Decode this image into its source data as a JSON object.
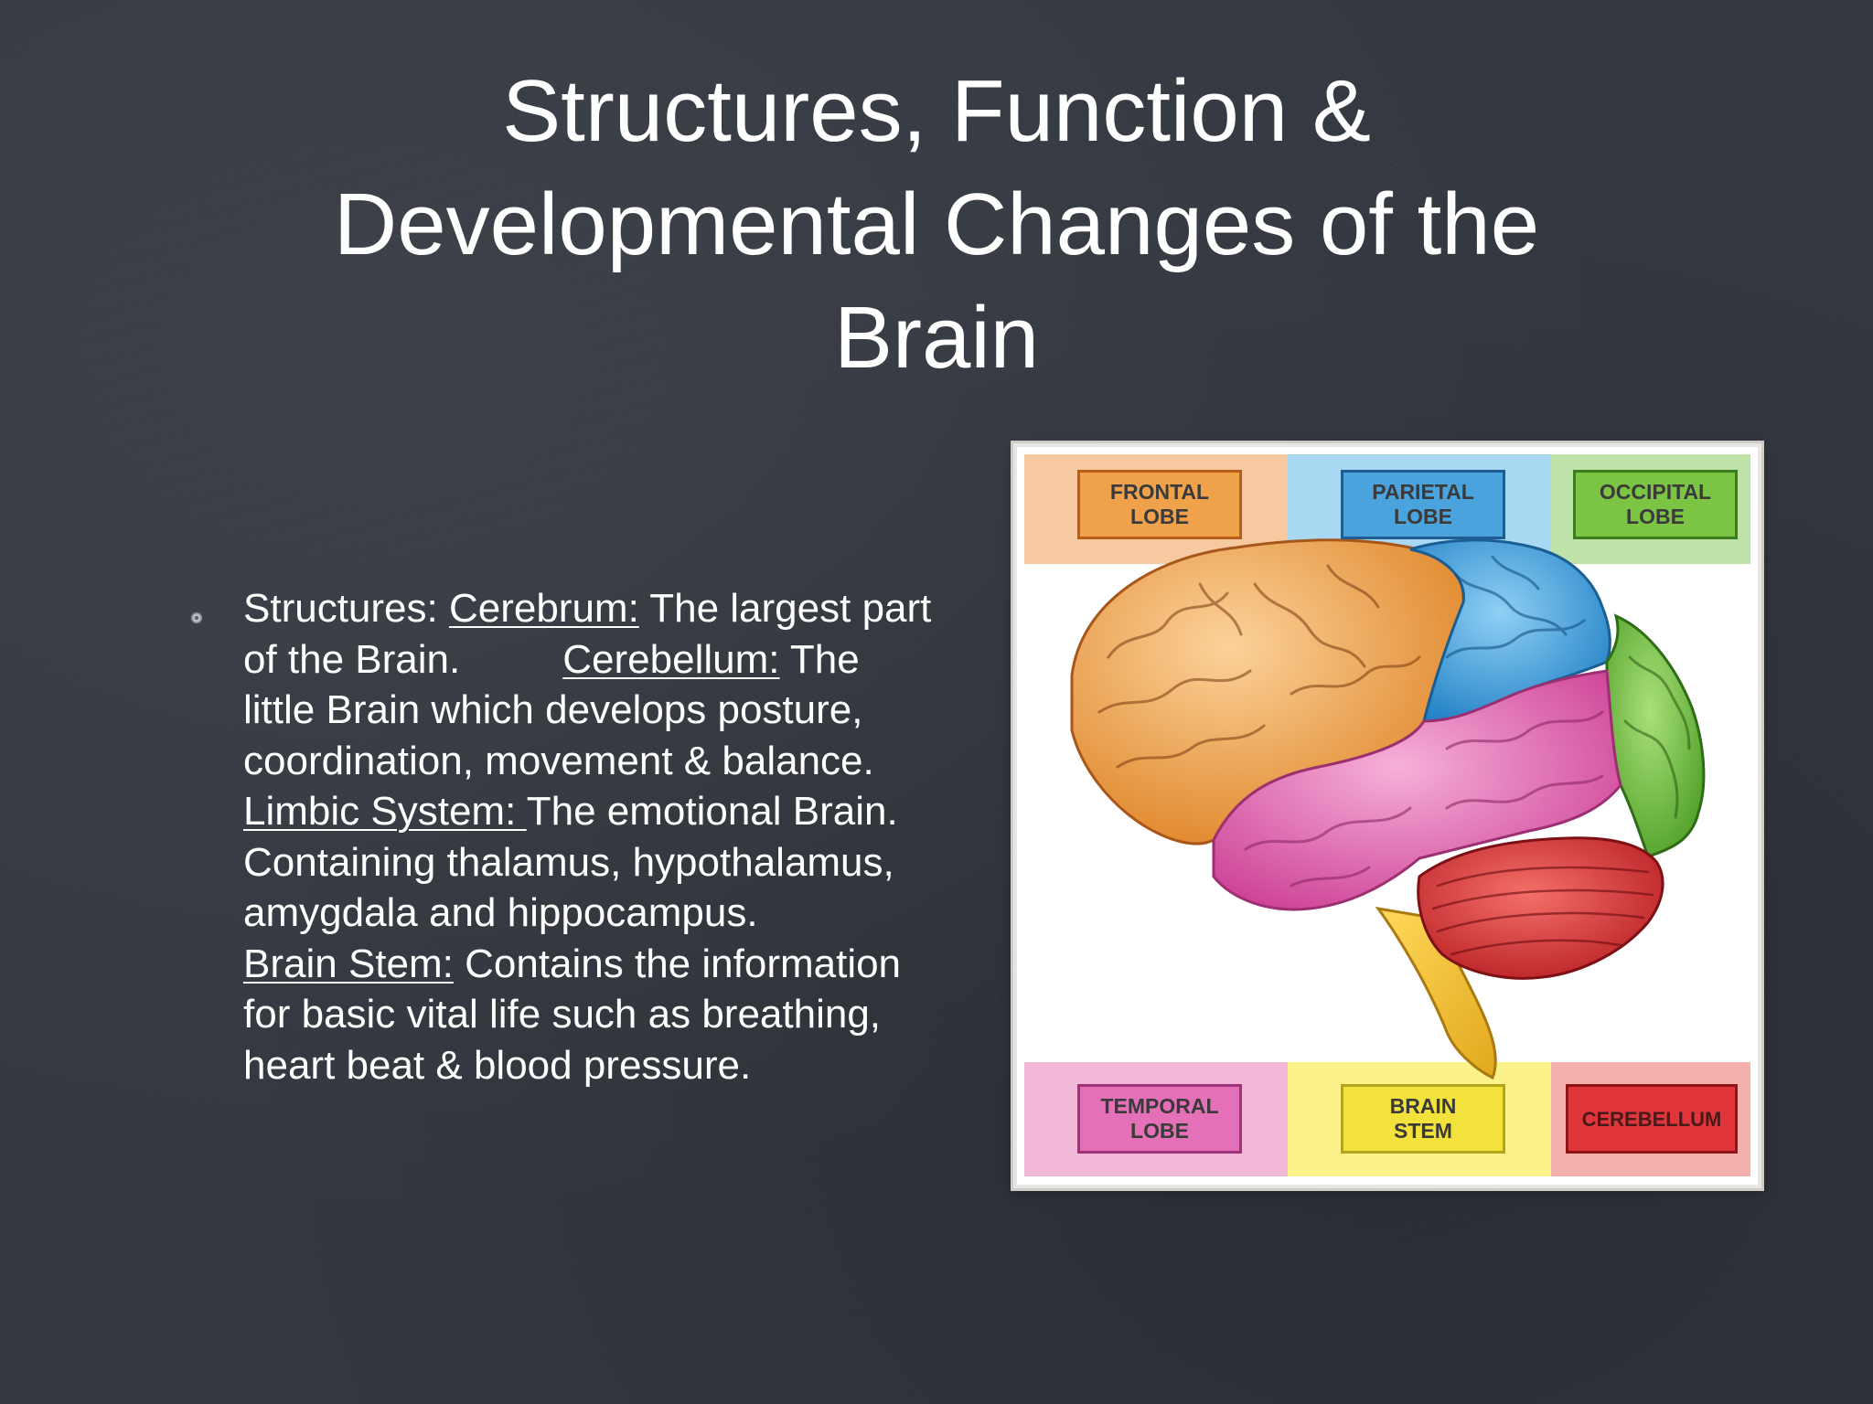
{
  "slide": {
    "title": "Structures, Function & Developmental Changes of the Brain",
    "bullet": {
      "intro": "Structures: ",
      "cerebrum_term": "Cerebrum:",
      "cerebrum_def_1": " The largest part of the Brain.",
      "cerebellum_term": "Cerebellum:",
      "cerebellum_def": " The little Brain which develops posture, coordination, movement & balance. ",
      "limbic_term": "Limbic System: ",
      "limbic_def": "The emotional Brain. Containing thalamus, hypothalamus, amygdala and hippocampus.",
      "brainstem_term": "Brain Stem:",
      "brainstem_def": " Contains the information for basic vital life such as breathing, heart beat & blood pressure."
    }
  },
  "figure": {
    "labels": {
      "frontal": "FRONTAL\nLOBE",
      "parietal": "PARIETAL\nLOBE",
      "occipital": "OCCIPITAL\nLOBE",
      "temporal": "TEMPORAL\nLOBE",
      "brainstem": "BRAIN\nSTEM",
      "cerebellum": "CEREBELLUM"
    },
    "colors": {
      "frontal": "#f0a24a",
      "parietal": "#4aa3dd",
      "occipital": "#7cc444",
      "temporal": "#e471b8",
      "brainstem": "#f4e23c",
      "cerebellum": "#e0353a"
    }
  }
}
